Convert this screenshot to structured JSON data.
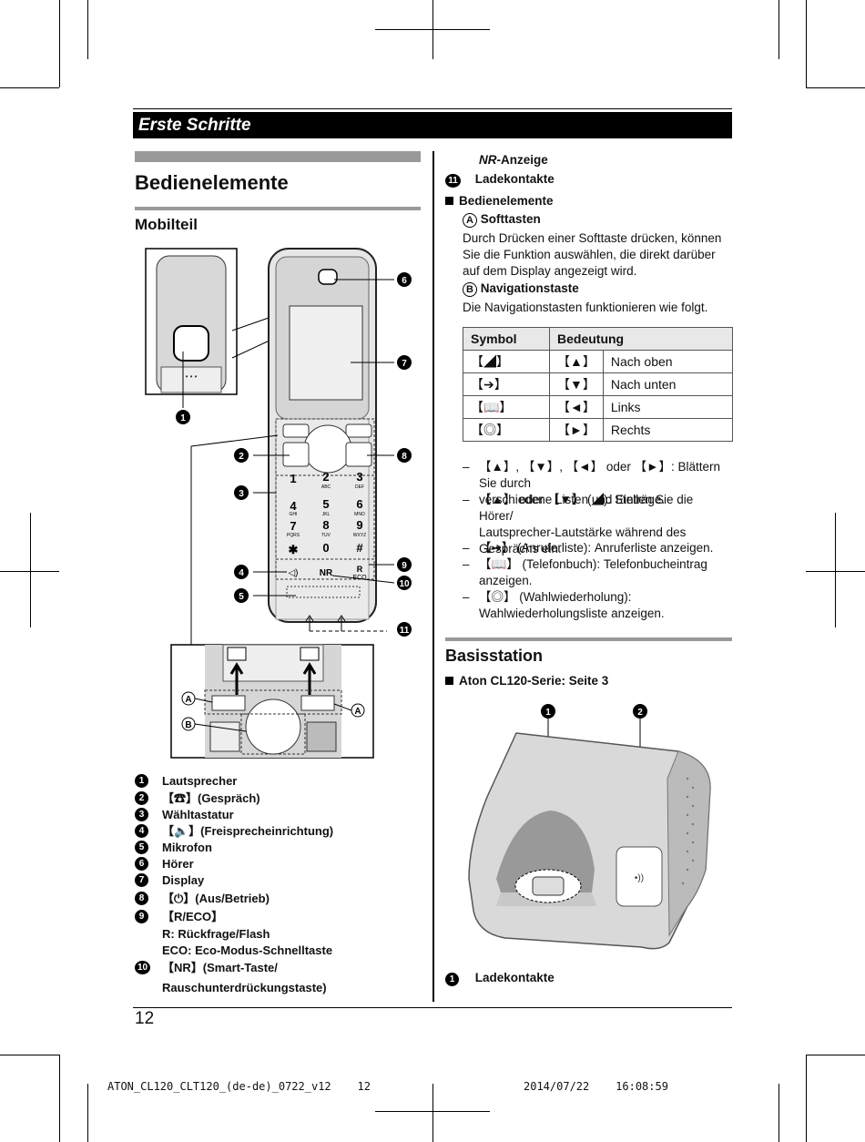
{
  "header": {
    "section": "Erste Schritte"
  },
  "left": {
    "title": "Bedienelemente",
    "subtitle": "Mobilteil",
    "legend": [
      {
        "num": "1",
        "text": "Lautsprecher"
      },
      {
        "num": "2",
        "text": "【☎】(Gespräch)"
      },
      {
        "num": "3",
        "text": "Wähltastatur"
      },
      {
        "num": "4",
        "text": "【🔈】(Freisprecheinrichtung)"
      },
      {
        "num": "5",
        "text": "Mikrofon"
      },
      {
        "num": "6",
        "text": "Hörer"
      },
      {
        "num": "7",
        "text": "Display"
      },
      {
        "num": "8",
        "text": "【⏻】(Aus/Betrieb)"
      },
      {
        "num": "9",
        "text": "【R/ECO】"
      },
      {
        "num": "",
        "text": "R: Rückfrage/Flash"
      },
      {
        "num": "",
        "text": "ECO: Eco-Modus-Schnelltaste"
      },
      {
        "num": "10",
        "text": "【NR】(Smart-Taste/"
      },
      {
        "num": "",
        "text": "Rauschunterdrückungstaste)"
      }
    ]
  },
  "right": {
    "anzeige": "-Anzeige",
    "item11": "Ladekontakte",
    "bedien_heading": "Bedienelemente",
    "softtasten_label": "Softtasten",
    "softtasten_text": [
      "Durch Drücken einer Softtaste drücken, können",
      "Sie die Funktion auswählen, die direkt darüber",
      "auf dem Display angezeigt wird."
    ],
    "nav_label": "Navigationstaste",
    "nav_text": "Die Navigationstasten funktionieren wie folgt.",
    "table": {
      "headers": [
        "Symbol",
        "Bedeutung"
      ],
      "rows": [
        {
          "symbol": "【◢】",
          "key": "【▲】",
          "meaning": "Nach oben"
        },
        {
          "symbol": "【➔】",
          "key": "【▼】",
          "meaning": "Nach unten"
        },
        {
          "symbol": "【📖】",
          "key": "【◄】",
          "meaning": "Links"
        },
        {
          "symbol": "【◎】",
          "key": "【►】",
          "meaning": "Rechts"
        }
      ]
    },
    "dash_items": [
      [
        "【▲】, 【▼】, 【◄】 oder 【►】: Blättern Sie durch",
        "verschiedene Listen und Einträge."
      ],
      [
        "【▲】 oder 【▼】 (◢): Stellen Sie die Hörer/",
        "Lautsprecher-Lautstärke während des",
        "Gesprächs ein."
      ],
      [
        "【➔】 (Anruferliste): Anruferliste anzeigen."
      ],
      [
        "【📖】 (Telefonbuch): Telefonbucheintrag",
        "anzeigen."
      ],
      [
        "【◎】 (Wahlwiederholung):",
        "Wahlwiederholungsliste anzeigen."
      ]
    ],
    "basis_title": "Basisstation",
    "basis_series": "Aton CL120-Serie: Seite 3",
    "basis_item1": "Ladekontakte"
  },
  "page_number": "12",
  "footer": {
    "file": "ATON_CL120_CLT120_(de-de)_0722_v12    12",
    "date": "2014/07/22    16:08:59"
  }
}
